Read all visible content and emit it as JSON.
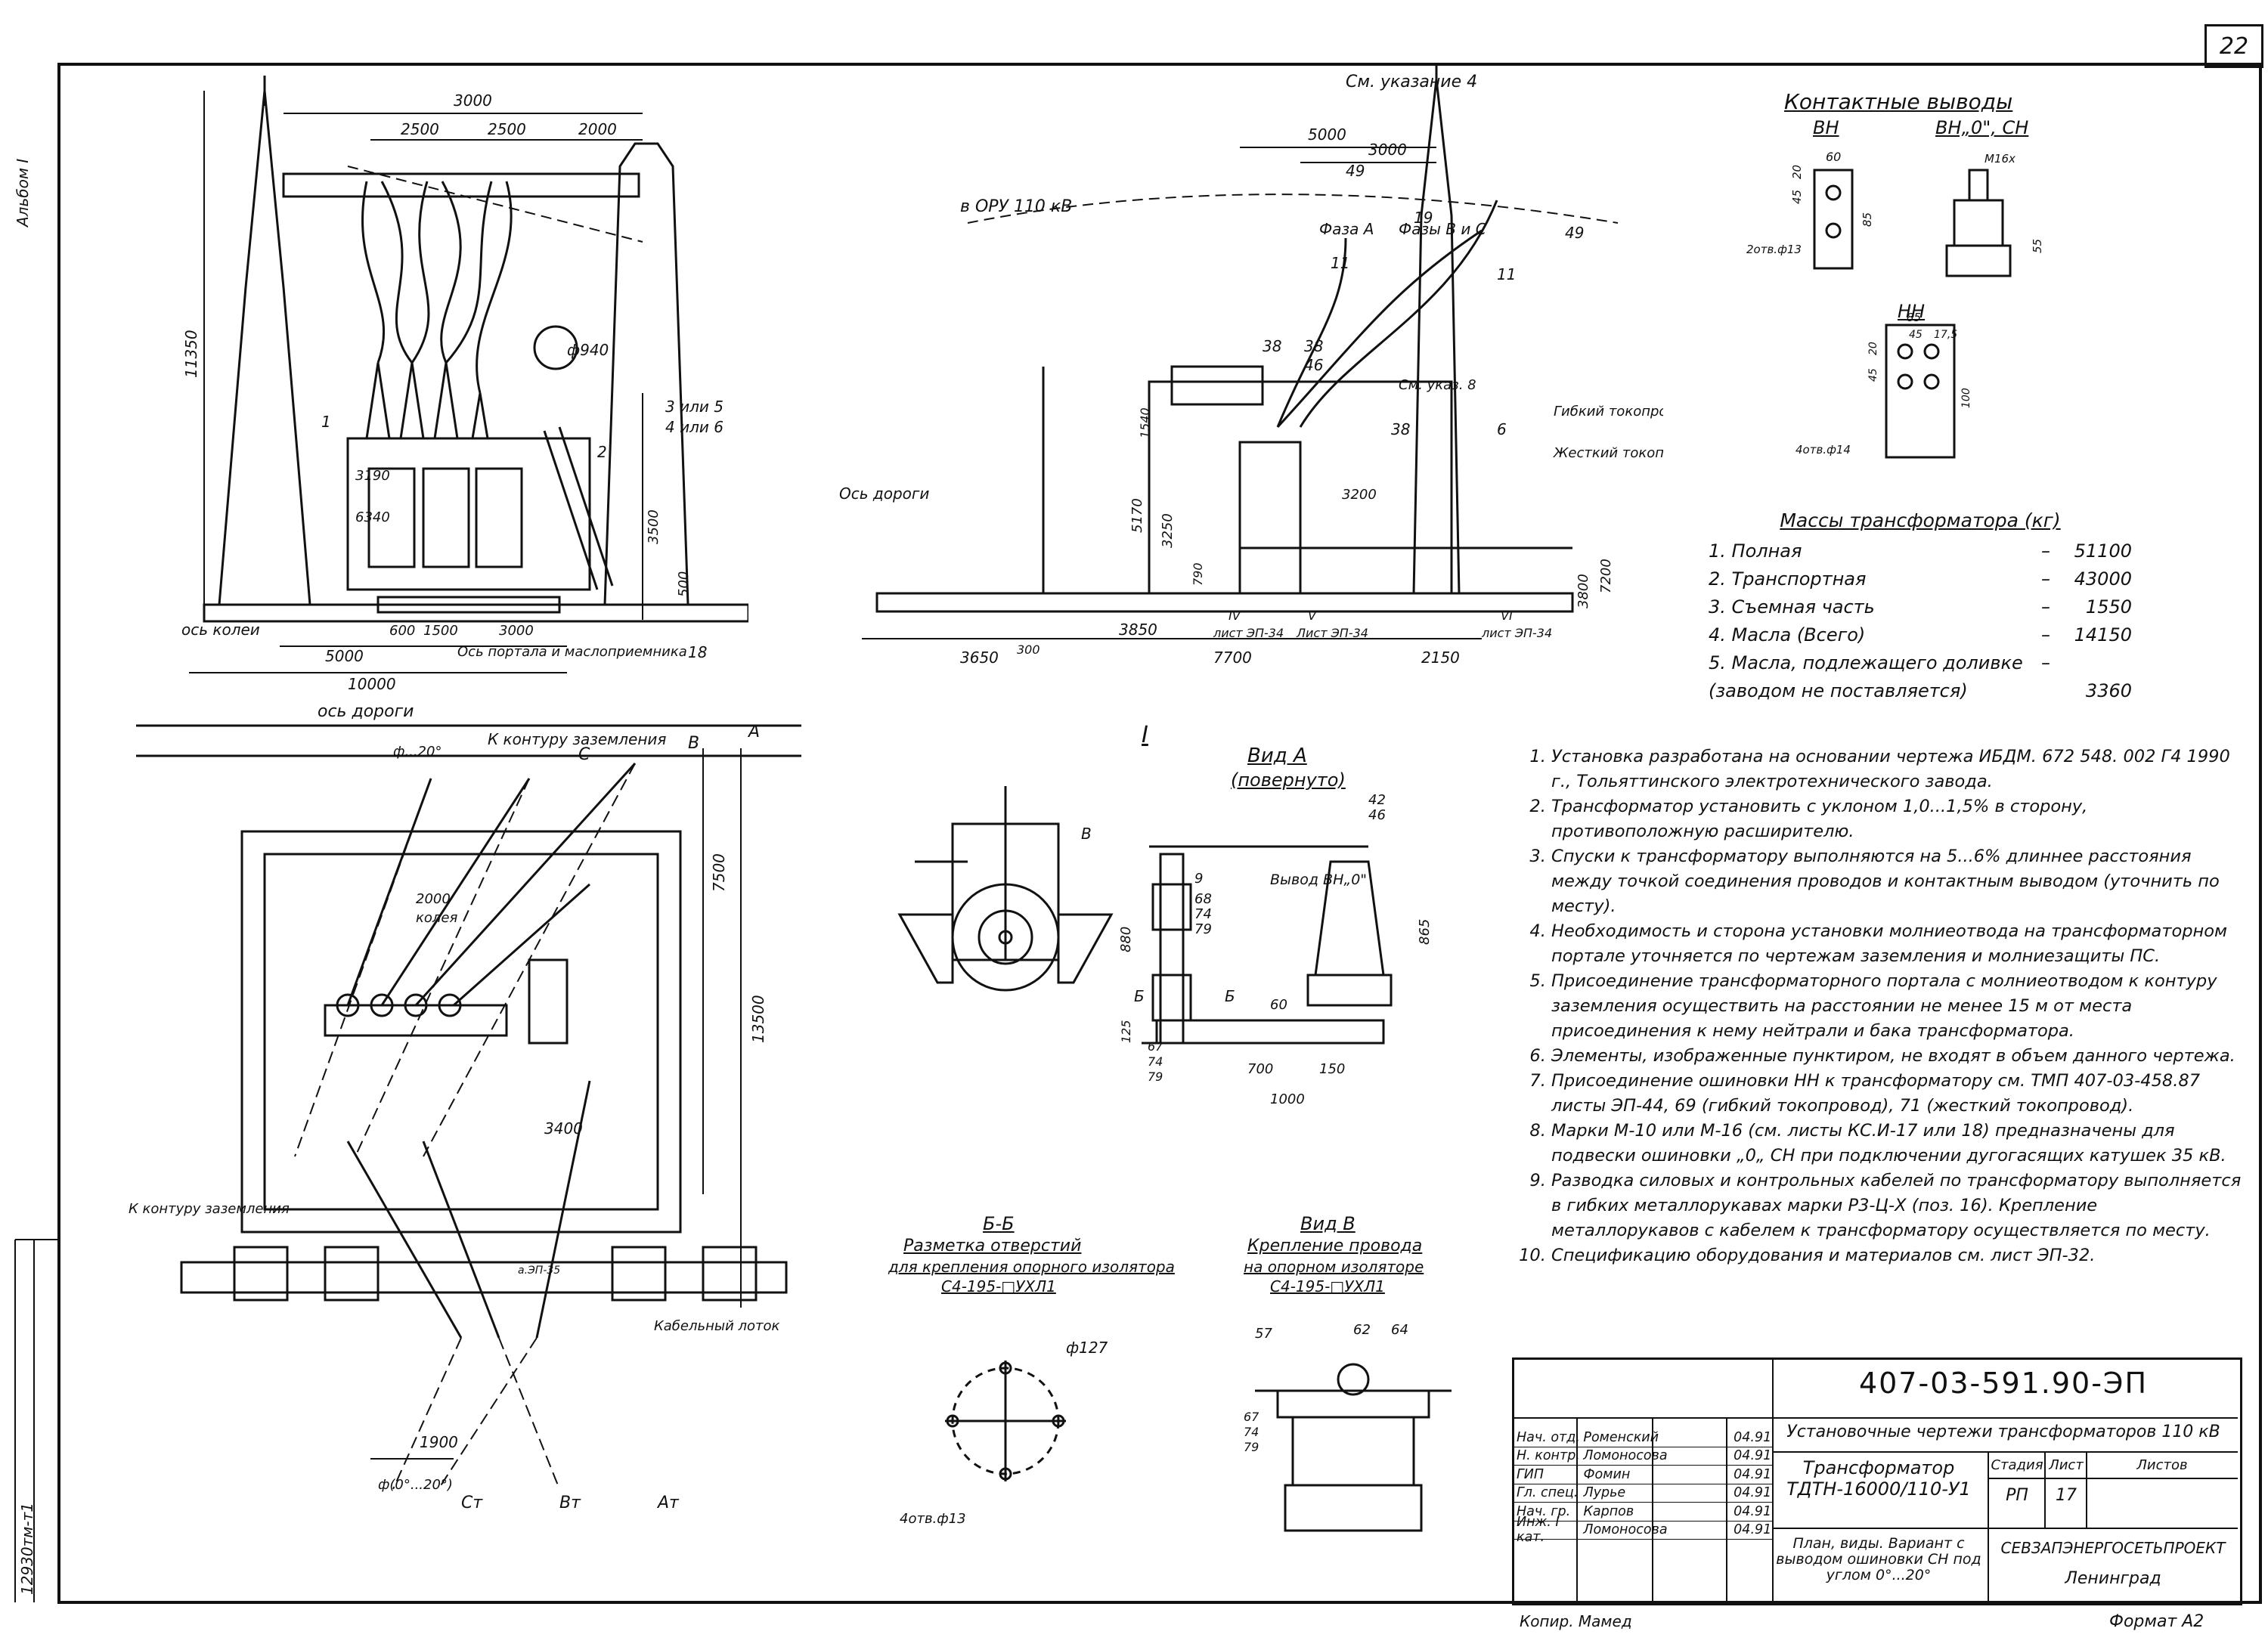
{
  "sheet": {
    "number": "22",
    "album": "Альбом I",
    "left_code": "12930тм-т1"
  },
  "contacts": {
    "title": "Контактные выводы",
    "vn": "ВН",
    "vn0": "ВН„0\", СН",
    "nn": "НН",
    "dims": [
      "60",
      "45",
      "20",
      "85",
      "2отв.ф13",
      "М16х",
      "55",
      "85",
      "45",
      "17,5",
      "45",
      "20",
      "100",
      "4отв.ф14"
    ]
  },
  "masses": {
    "title": "Массы трансформатора (кг)",
    "rows": [
      {
        "label": "1. Полная",
        "value": "51100"
      },
      {
        "label": "2. Транспортная",
        "value": "43000"
      },
      {
        "label": "3. Съемная часть",
        "value": "1550"
      },
      {
        "label": "4. Масла (Всего)",
        "value": "14150"
      },
      {
        "label": "5. Масла, подлежащего доливке (заводом не поставляется)",
        "value": "3360"
      }
    ]
  },
  "notes": [
    "Установка разработана на основании чертежа ИБДМ. 672 548. 002 Г4 1990 г., Тольяттинского электротехнического завода.",
    "Трансформатор установить с уклоном 1,0...1,5% в сторону, противоположную расширителю.",
    "Спуски к трансформатору выполняются на 5...6% длиннее расстояния между точкой соединения проводов и контактным выводом (уточнить по месту).",
    "Необходимость и сторона установки молниеотвода на трансформаторном портале уточняется по чертежам заземления и молниезащиты ПС.",
    "Присоединение трансформаторного портала с молниеотводом к контуру заземления осуществить на расстоянии не менее 15 м от места присоединения к нему нейтрали и бака трансформатора.",
    "Элементы, изображенные пунктиром, не входят в объем данного чертежа.",
    "Присоединение ошиновки НН к трансформатору см. ТМП 407-03-458.87 листы ЭП-44, 69 (гибкий токопровод), 71 (жесткий токопровод).",
    "Марки М-10 или М-16 (см. листы КС.И-17 или 18) предназначены для подвески ошиновки „0„ СН при подключении дугогасящих катушек 35 кВ.",
    "Разводка силовых и контрольных кабелей по трансформатору выполняется в гибких металлорукавах марки Р3-Ц-Х (поз. 16). Крепление металлорукавов с кабелем к трансформатору осуществляется по месту.",
    "Спецификацию оборудования и материалов см. лист ЭП-32."
  ],
  "views": {
    "front": {
      "dims": [
        "3000",
        "2500",
        "2500",
        "2000",
        "11350",
        "ф940",
        "3190",
        "6340",
        "3 или 5",
        "4 или 6",
        "2",
        "1",
        "3500",
        "500",
        "600",
        "1500",
        "3000",
        "5000",
        "10000",
        "18"
      ],
      "labels": [
        "ось колеи",
        "Ось портала и маслоприемника"
      ]
    },
    "side": {
      "dims": [
        "5000",
        "3000",
        "49",
        "19",
        "49",
        "11",
        "11",
        "38",
        "38",
        "46",
        "1540",
        "5170",
        "3250",
        "790",
        "3200",
        "7200",
        "3800",
        "38",
        "6",
        "300",
        "3850",
        "3650",
        "7700",
        "2150"
      ],
      "labels": [
        "См. указание 4",
        "в ОРУ 110 кВ",
        "Фаза А",
        "Фазы В и С",
        "См. указ. 8",
        "Гибкий токопровод",
        "Жесткий токопровод",
        "Ось дороги",
        "IV",
        "лист ЭП-34",
        "V",
        "Лист ЭП-34",
        "VI",
        "лист ЭП-34"
      ]
    },
    "plan": {
      "dims": [
        "2000",
        "7500",
        "13500",
        "3400",
        "1900",
        "ф...20°",
        "а.ЭП-35"
      ],
      "labels": [
        "ось дороги",
        "К контуру заземления",
        "К контуру заземления",
        "колея",
        "Кабельный лоток",
        "С",
        "В",
        "А",
        "Ст",
        "Вт",
        "Ат",
        "ф(0°...20°)"
      ]
    },
    "detail_t": {
      "title": "I"
    },
    "view_a": {
      "title": "Вид А",
      "subtitle": "(повернуто)",
      "dims": [
        "42",
        "46",
        "9",
        "68",
        "74",
        "79",
        "880",
        "865",
        "125",
        "60",
        "67",
        "74",
        "79",
        "700",
        "150",
        "1000"
      ],
      "labels": [
        "В",
        "А",
        "Б",
        "Б",
        "Вывод ВН„0\""
      ]
    },
    "section_bb": {
      "title": "Б-Б",
      "line1": "Разметка отверстий",
      "line2": "для крепления опорного изолятора",
      "line3": "С4-195-□УХЛ1",
      "dims": [
        "ф127",
        "4отв.ф13"
      ]
    },
    "view_b": {
      "title": "Вид В",
      "line1": "Крепление провода",
      "line2": "на опорном изоляторе",
      "line3": "С4-195-□УХЛ1",
      "dims": [
        "57",
        "62",
        "64",
        "67",
        "74",
        "79"
      ]
    }
  },
  "title_block": {
    "doc_number": "407-03-591.90-ЭП",
    "subject": "Установочные чертежи трансформаторов 110 кВ",
    "object_name": "Трансформатор ТДТН-16000/110-У1",
    "view_name": "План, виды. Вариант с выводом ошиновки СН под углом 0°...20°",
    "stage_head": "Стадия",
    "sheet_head": "Лист",
    "sheets_head": "Листов",
    "stage": "РП",
    "sheet": "17",
    "sheets": "",
    "org": "СЕВЗАПЭНЕРГОСЕТЬПРОЕКТ",
    "city": "Ленинград",
    "people": [
      {
        "role": "Нач. отд.",
        "name": "Роменский",
        "date": "04.91"
      },
      {
        "role": "Н. контр.",
        "name": "Ломоносова",
        "date": "04.91"
      },
      {
        "role": "ГИП",
        "name": "Фомин",
        "date": "04.91"
      },
      {
        "role": "Гл. спец.",
        "name": "Лурье",
        "date": "04.91"
      },
      {
        "role": "Нач. гр.",
        "name": "Карпов",
        "date": "04.91"
      },
      {
        "role": "Инж. I кат.",
        "name": "Ломоносова",
        "date": "04.91"
      }
    ]
  },
  "footer": {
    "copied": "Копир. Мамед",
    "format": "Формат А2"
  }
}
